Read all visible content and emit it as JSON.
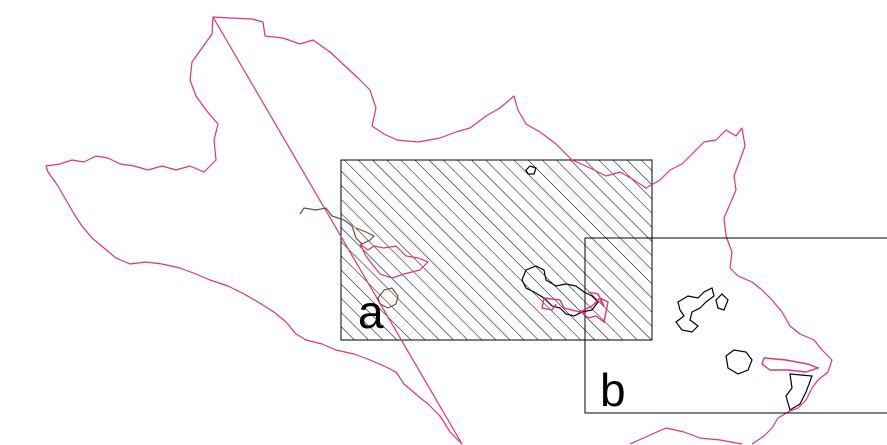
{
  "map": {
    "colors": {
      "background": "#ffffff",
      "boundary": "#e8336d",
      "outline": "#000000",
      "secondary_outline": "#6b5236",
      "hatch": "#000000"
    },
    "regions": {
      "a": {
        "label": "a",
        "style": "hatched"
      },
      "b": {
        "label": "b",
        "style": "plain"
      }
    }
  }
}
